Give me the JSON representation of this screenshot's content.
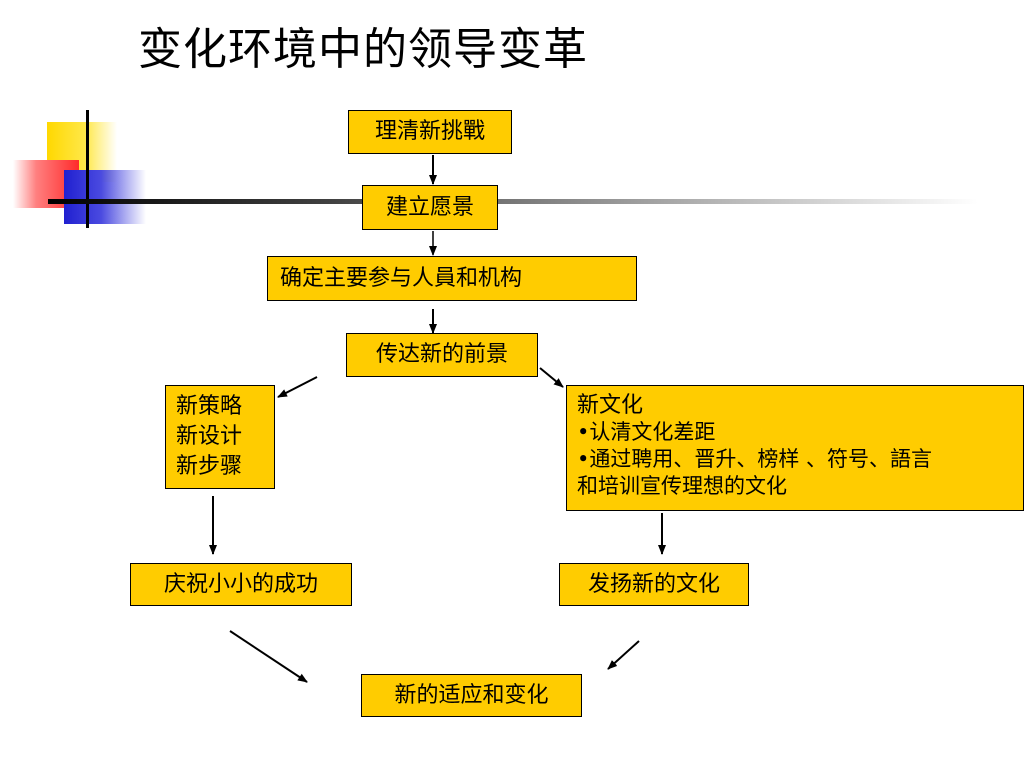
{
  "title": "变化环境中的领导变革",
  "nodes": {
    "clarify": "理清新挑戰",
    "vision": "建立愿景",
    "participants": "确定主要参与人員和机构",
    "communicate": "传达新的前景",
    "strategy_lines": [
      "新策略",
      "新设计",
      "新步骤"
    ],
    "culture_lines": [
      "新文化",
      "•认清文化差距",
      "•通过聘用、晋升、榜样 、符号、語言",
      "和培训宣传理想的文化"
    ],
    "celebrate": "庆祝小小的成功",
    "promote": "发扬新的文化",
    "adapt": "新的适应和变化"
  },
  "colors": {
    "node_fill": "#ffcc00",
    "border": "#000000"
  }
}
